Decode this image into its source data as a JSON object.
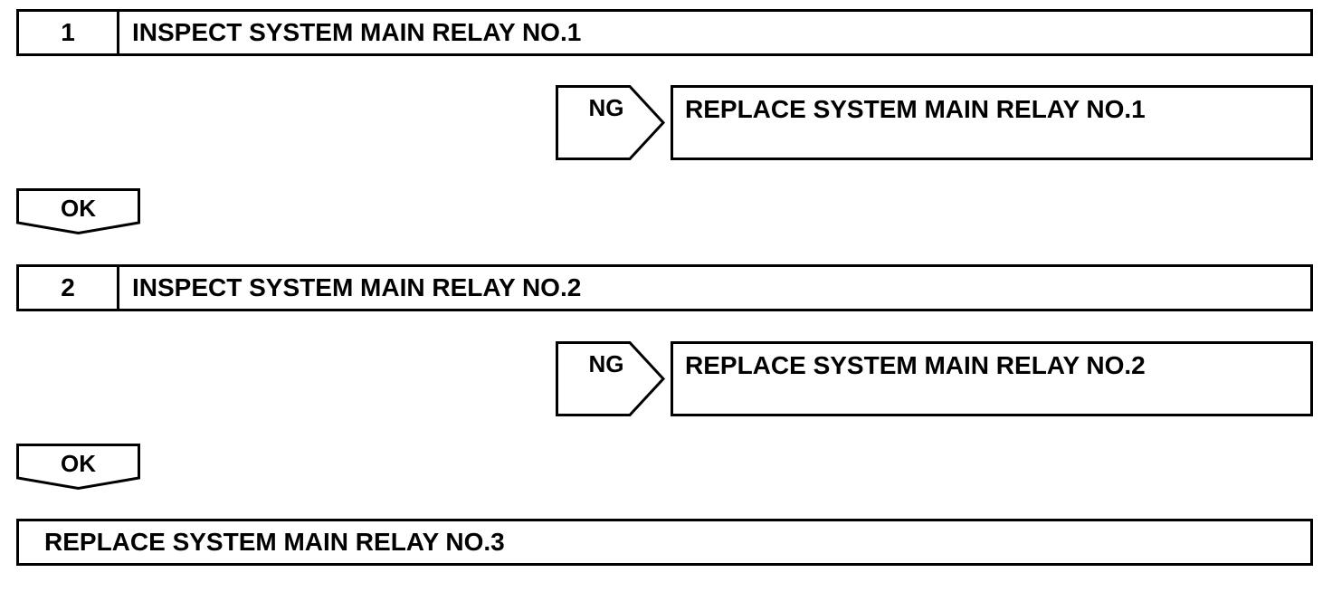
{
  "steps": [
    {
      "number": "1",
      "title": "INSPECT SYSTEM MAIN RELAY NO.1"
    },
    {
      "number": "2",
      "title": "INSPECT SYSTEM MAIN RELAY NO.2"
    }
  ],
  "ng_results": [
    {
      "tag": "NG",
      "text": "REPLACE SYSTEM MAIN RELAY NO.1"
    },
    {
      "tag": "NG",
      "text": "REPLACE SYSTEM MAIN RELAY NO.2"
    }
  ],
  "ok_tags": [
    "OK",
    "OK"
  ],
  "final_step": "REPLACE SYSTEM MAIN RELAY NO.3"
}
